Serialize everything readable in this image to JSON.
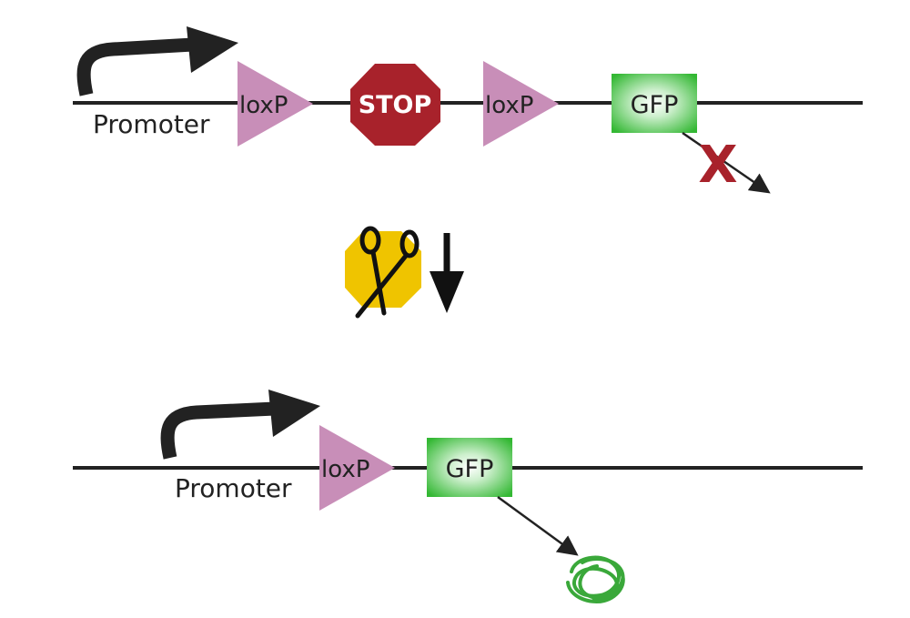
{
  "top_construct": {
    "promoter_label": "Promoter",
    "loxp_1_label": "loxP",
    "stop_label": "STOP",
    "loxp_2_label": "loxP",
    "gfp_label": "GFP",
    "blocked_mark": "X"
  },
  "bottom_construct": {
    "promoter_label": "Promoter",
    "loxp_label": "loxP",
    "gfp_label": "GFP"
  },
  "colors": {
    "dna_line": "#222222",
    "loxp": "#c88eb8",
    "stop": "#a8222b",
    "gfp_edge": "#3cb83c",
    "gfp_center": "#ffffff",
    "cre": "#efc400",
    "blocked_mark": "#a8222b",
    "protein": "#3aa83a"
  },
  "icons": {
    "promoter_arrow": "bent-arrow-icon",
    "recombinase": "scissors-icon",
    "process_arrow": "arrow-down-icon",
    "expression_arrow": "arrow-icon",
    "protein": "scribble-icon"
  }
}
